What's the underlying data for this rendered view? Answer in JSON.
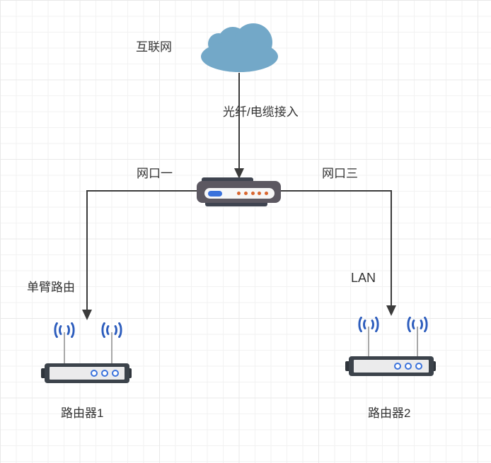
{
  "colors": {
    "cloud": "#73a8c8",
    "modem_body": "#5c5861",
    "modem_tab": "#3f4450",
    "modem_led_blue": "#3a72dc",
    "modem_led_orange": "#d9662f",
    "router_body": "#3c434b",
    "router_panel": "#ebebec",
    "wifi_blue": "#2d5dbd",
    "edge_line": "#3b3b3b",
    "label_text": "#333333",
    "grid_minor": "#f2f2f2",
    "grid_major": "#e9e9e9"
  },
  "nodes": {
    "internet": {
      "label": "互联网",
      "icon": "cloud-icon"
    },
    "modem": {
      "icon": "modem-icon",
      "port_left_label": "网口一",
      "port_right_label": "网口三"
    },
    "router1": {
      "label": "路由器1",
      "icon": "wifi-router-icon"
    },
    "router2": {
      "label": "路由器2",
      "icon": "wifi-router-icon"
    }
  },
  "edges": {
    "internet_to_modem": {
      "label": "光纤/电缆接入"
    },
    "modem_to_router1": {
      "label": "单臂路由"
    },
    "modem_to_router2": {
      "label": "LAN"
    }
  }
}
